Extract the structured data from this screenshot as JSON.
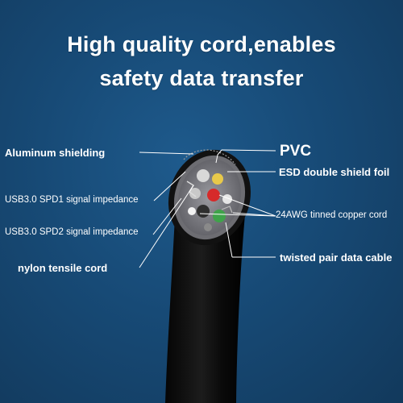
{
  "headline": {
    "line1": "High quality cord,enables",
    "line2": "safety data transfer"
  },
  "labels": {
    "aluminum_shielding": "Aluminum shielding",
    "spd1": "USB3.0 SPD1 signal impedance",
    "spd2": "USB3.0 SPD2 signal impedance",
    "nylon": "nylon tensile cord",
    "pvc": "PVC",
    "esd": "ESD double shield foil",
    "awg": "24AWG tinned copper cord",
    "twisted": "twisted pair data cable"
  },
  "colors": {
    "background": "#174a76",
    "text": "#ffffff",
    "cable": "#0d0d0d"
  }
}
